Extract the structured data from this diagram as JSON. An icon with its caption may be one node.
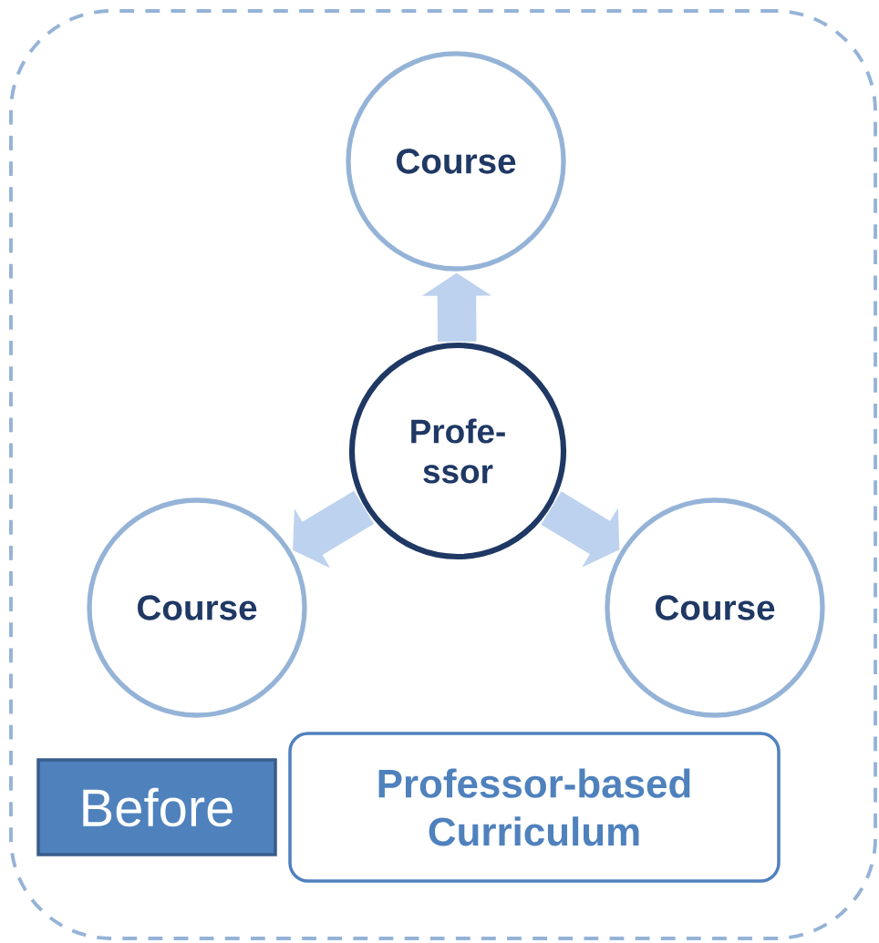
{
  "diagram": {
    "nodes": [
      {
        "text": [],
        "shape": "box"
      },
      {
        "text": [
          "Course"
        ],
        "in": 0
      },
      {
        "text": [
          "Profe- ssor"
        ],
        "in": 0
      },
      {
        "text": [
          "Course"
        ],
        "in": 0
      },
      {
        "text": [
          "Course"
        ],
        "in": 0
      },
      {
        "text": [
          "Before"
        ],
        "in": 0
      },
      {
        "text": [
          "Professor-based Curriculum"
        ],
        "in": 0
      }
    ],
    "edges": [
      {
        "from": 2,
        "to": 1,
        "arrow": "to"
      },
      {
        "from": 2,
        "to": 3,
        "arrow": "to"
      },
      {
        "from": 2,
        "to": 4,
        "arrow": "to"
      }
    ]
  }
}
